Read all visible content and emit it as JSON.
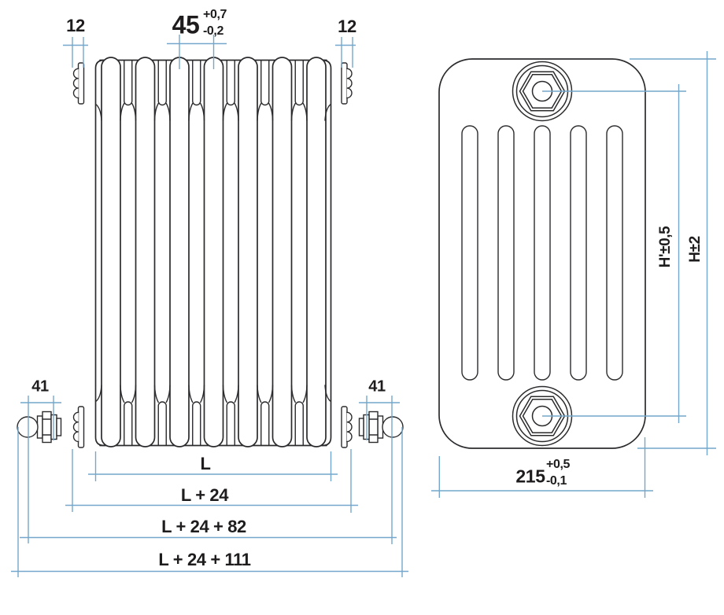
{
  "drawing": {
    "title": "Tubular radiator dimensional drawing",
    "front_view": {
      "sections": 7,
      "nipple_width_left": "12",
      "nipple_width_right": "12",
      "section_pitch": {
        "value": "45",
        "tol_plus": "+0,7",
        "tol_minus": "-0,2"
      },
      "valve_length_left": "41",
      "valve_length_right": "41",
      "length_chain": {
        "l": "L",
        "l_flanges": "L + 24",
        "l_valves": "L + 24 + 82",
        "l_total": "L + 24 + 111"
      }
    },
    "side_view": {
      "slots": 5,
      "depth": {
        "value": "215",
        "tol_plus": "+0,5",
        "tol_minus": "-0,1"
      },
      "pin_center_height": "H'±0,5",
      "overall_height": "H±2"
    },
    "colors": {
      "dimension_line": "#74a7cb",
      "drawing_line": "#2b2b2e",
      "text": "#1e1c1d",
      "background": "#ffffff"
    }
  }
}
